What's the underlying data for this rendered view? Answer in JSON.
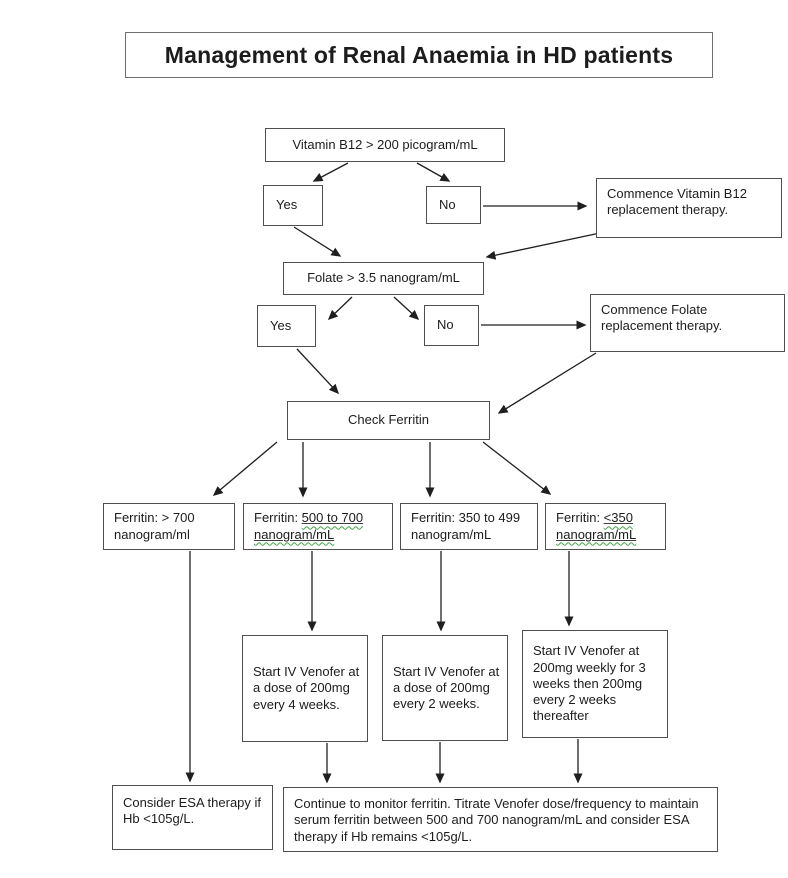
{
  "title": "Management of Renal Anaemia in HD patients",
  "flow": {
    "b12_check": "Vitamin B12 > 200 picogram/mL",
    "b12_yes": "Yes",
    "b12_no": "No",
    "b12_commence": "Commence Vitamin B12 replacement therapy.",
    "folate_check": "Folate > 3.5 nanogram/mL",
    "folate_yes": "Yes",
    "folate_no": "No",
    "folate_commence": "Commence Folate replacement therapy.",
    "check_ferritin": "Check Ferritin",
    "ferritin_gt700": {
      "prefix": "Ferritin: > 700 nanogram/ml",
      "underlined": ""
    },
    "ferritin_500_700": {
      "prefix": "Ferritin: ",
      "underlined": "500 to 700 nanogram/mL"
    },
    "ferritin_350_499": {
      "prefix": "Ferritin: 350 to 499 nanogram/mL",
      "underlined": ""
    },
    "ferritin_lt350": {
      "prefix": "Ferritin: ",
      "underlined": "<350 nanogram/mL"
    },
    "venofer_q4w": "Start IV Venofer at a dose of 200mg every 4 weeks.",
    "venofer_q2w": "Start IV Venofer at a dose of 200mg every 2 weeks.",
    "venofer_weekly": "Start IV Venofer at 200mg weekly for 3 weeks then 200mg every 2 weeks thereafter",
    "consider_esa": "Consider ESA therapy if Hb <105g/L.",
    "monitor": "Continue to monitor ferritin.  Titrate Venofer dose/frequency to maintain serum ferritin between 500 and 700 nanogram/mL and consider ESA therapy if Hb remains <105g/L."
  },
  "colors": {
    "box_border": "#4f4f4f",
    "arrow": "#1f1f1f",
    "text": "#1c1c1c",
    "grammar_underline": "#44a349"
  }
}
